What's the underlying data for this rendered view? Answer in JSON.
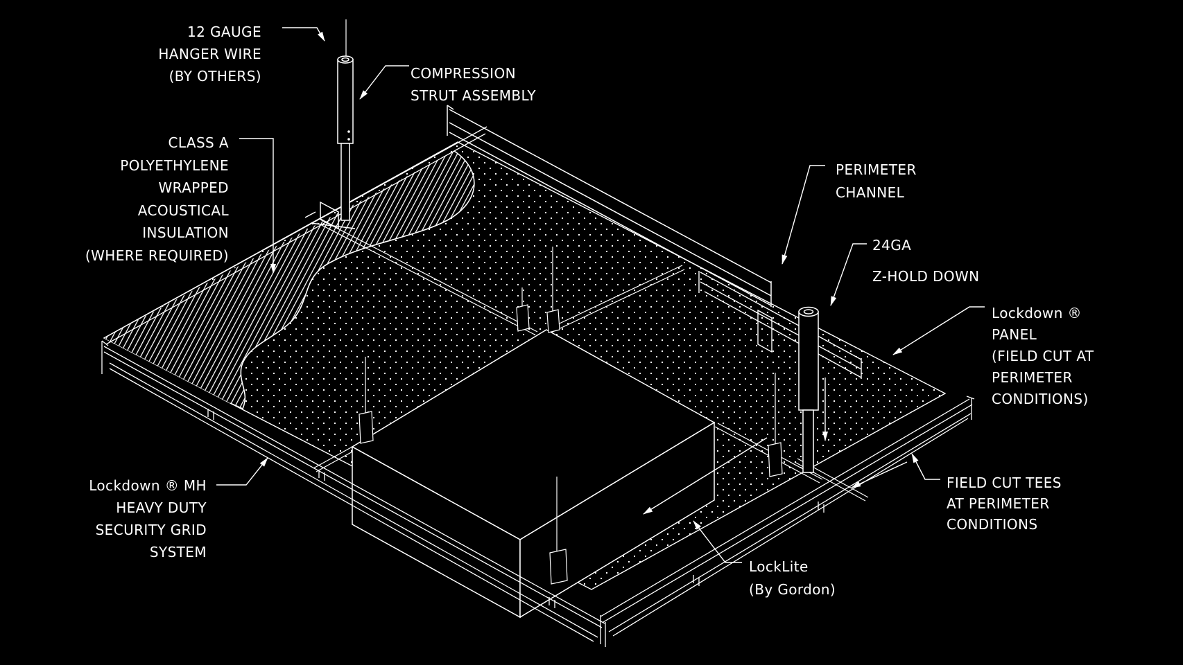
{
  "colors": {
    "background": "#000000",
    "line": "#ffffff"
  },
  "diagram": {
    "type": "isometric-ceiling-security-grid-detail",
    "labels": {
      "hanger_wire": {
        "lines": [
          "12 GAUGE",
          "HANGER WIRE",
          "(BY OTHERS)"
        ]
      },
      "compression_strut": {
        "lines": [
          "COMPRESSION",
          "STRUT ASSEMBLY"
        ]
      },
      "insulation": {
        "lines": [
          "CLASS A",
          "POLYETHYLENE",
          "WRAPPED",
          "ACOUSTICAL",
          "INSULATION",
          "(WHERE REQUIRED)"
        ]
      },
      "perimeter_channel": {
        "lines": [
          "PERIMETER",
          "CHANNEL"
        ]
      },
      "z_hold_down": {
        "lines": [
          "24GA",
          "Z-HOLD DOWN"
        ]
      },
      "lockdown_panel": {
        "lines": [
          "Lockdown ®",
          "PANEL",
          "(FIELD CUT AT",
          "PERIMETER",
          "CONDITIONS)"
        ]
      },
      "field_cut_tees": {
        "lines": [
          "FIELD CUT TEES",
          "AT PERIMETER",
          "CONDITIONS"
        ]
      },
      "locklite": {
        "lines": [
          "LockLite",
          "(By Gordon)"
        ]
      },
      "lockdown_mh": {
        "lines": [
          "Lockdown ® MH",
          "HEAVY DUTY",
          "SECURITY GRID",
          "SYSTEM"
        ]
      }
    }
  }
}
